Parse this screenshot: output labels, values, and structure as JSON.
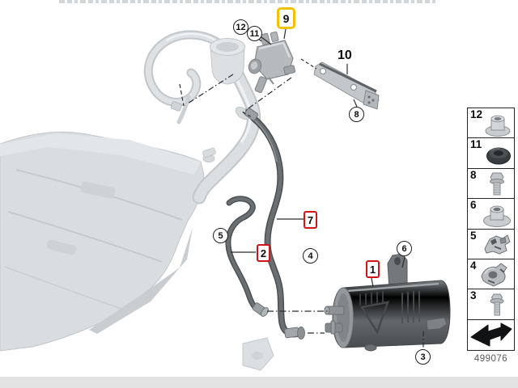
{
  "diagram": {
    "drawing_number": "499076",
    "highlighted_callout": "9",
    "callouts": [
      {
        "label": "9",
        "style": "yellow-box"
      },
      {
        "label": "12",
        "style": "circle"
      },
      {
        "label": "11",
        "style": "circle"
      },
      {
        "label": "10",
        "style": "plain"
      },
      {
        "label": "8",
        "style": "circle"
      },
      {
        "label": "7",
        "style": "red-box"
      },
      {
        "label": "5",
        "style": "circle"
      },
      {
        "label": "2",
        "style": "red-box"
      },
      {
        "label": "4",
        "style": "circle"
      },
      {
        "label": "1",
        "style": "red-box"
      },
      {
        "label": "6",
        "style": "circle"
      },
      {
        "label": "3",
        "style": "circle"
      }
    ]
  },
  "legend": {
    "items": [
      {
        "number": "12",
        "icon": "sleeve-grommet-icon"
      },
      {
        "number": "11",
        "icon": "rubber-grommet-icon"
      },
      {
        "number": "8",
        "icon": "hex-bolt-icon"
      },
      {
        "number": "6",
        "icon": "flange-nut-icon"
      },
      {
        "number": "5",
        "icon": "spring-clip-icon"
      },
      {
        "number": "4",
        "icon": "holder-clip-icon"
      },
      {
        "number": "3",
        "icon": "flange-screw-icon"
      },
      {
        "number": "",
        "icon": "return-arrow-icon"
      }
    ]
  },
  "colors": {
    "highlight_yellow": "#f2c203",
    "callout_red": "#d21317",
    "outline_black": "#1d1f21",
    "ghost_part_gray": "#d9dcde",
    "dark_part_gray": "#5d6164",
    "footer_gray": "#e3e3e3"
  }
}
